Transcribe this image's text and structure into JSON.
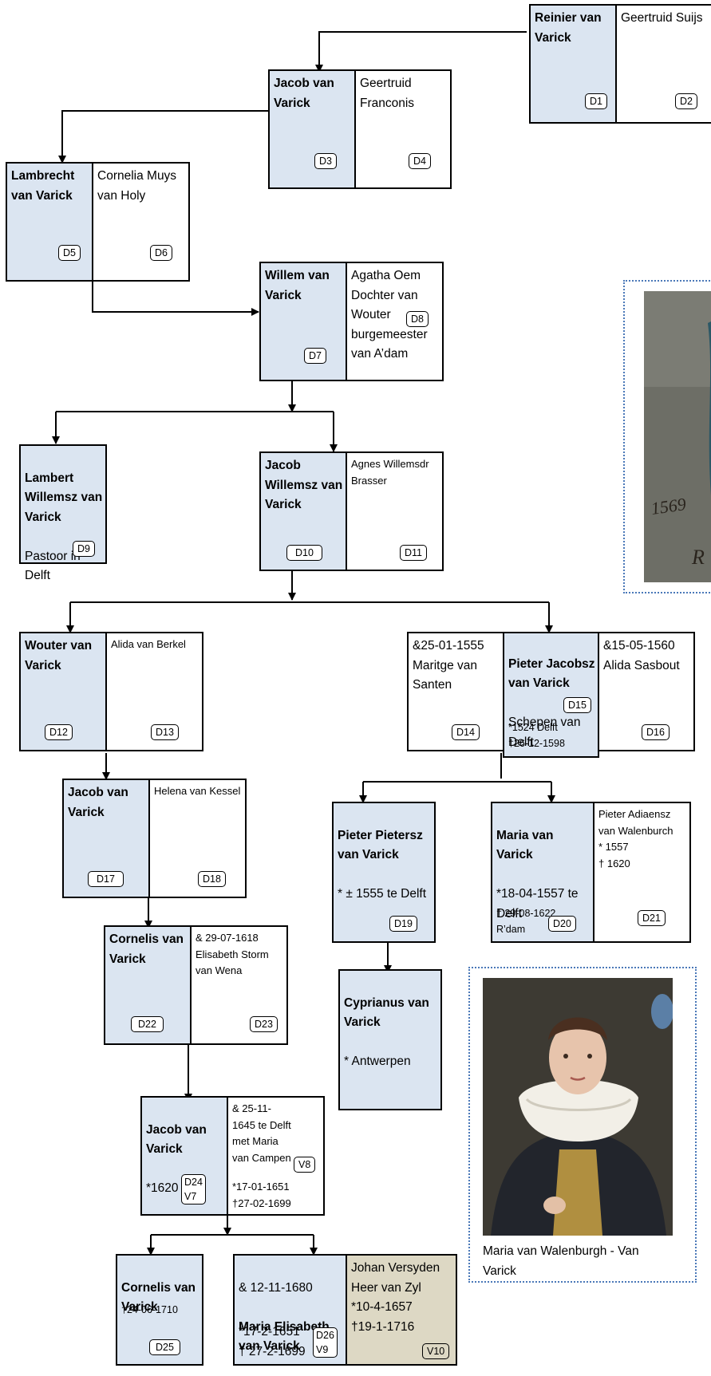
{
  "boxes": {
    "reinier": {
      "name": "Reinier van Varick",
      "code": "D1"
    },
    "geertruid_suijs": {
      "name": "Geertruid Suijs",
      "code": "D2"
    },
    "jacob1": {
      "name": "Jacob van Varick",
      "code": "D3"
    },
    "geertruid_franconis": {
      "name": "Geertruid Franconis",
      "code": "D4"
    },
    "lambrecht": {
      "name": "Lambrecht van Varick",
      "code": "D5"
    },
    "cornelia": {
      "name": "Cornelia Muys van Holy",
      "code": "D6"
    },
    "willem": {
      "name": "Willem van Varick",
      "code": "D7"
    },
    "agatha": {
      "name": "Agatha Oem Dochter van Wouter burgemeester van A’dam",
      "code": "D8"
    },
    "lambert": {
      "name": "Lambert Willemsz van Varick",
      "detail": "Pastoor in Delft",
      "code": "D9"
    },
    "jacob_willemsz": {
      "name": "Jacob Willemsz van Varick",
      "code": "D10"
    },
    "agnes": {
      "name": "Agnes Willemsdr Brasser",
      "code": "D11"
    },
    "wouter": {
      "name": "Wouter van Varick",
      "code": "D12"
    },
    "alida_berkel": {
      "name": "Alida van Berkel",
      "code": "D13"
    },
    "maritge": {
      "name": "&25-01-1555 Maritge van Santen",
      "code": "D14"
    },
    "pieter_jacobsz": {
      "name": "Pieter Jacobsz van Varick",
      "detail": "Schepen van Delft",
      "extra": "*1524 Delft\n†26-12-1598",
      "code": "D15"
    },
    "alida_sasbout": {
      "name": "&15-05-1560 Alida Sasbout",
      "code": "D16"
    },
    "jacob2": {
      "name": "Jacob van Varick",
      "code": "D17"
    },
    "helena": {
      "name": "Helena van Kessel",
      "code": "D18"
    },
    "pieter_pietersz": {
      "name": "Pieter Pietersz van Varick",
      "detail": "* ± 1555 te Delft",
      "code": "D19"
    },
    "maria": {
      "name": "Maria van Varick",
      "detail": "*18-04-1557 te Delft",
      "extra": "† 29-08-1622\nR’dam",
      "code": "D20"
    },
    "pieter_adiaensz": {
      "name": "Pieter Adiaensz van Walenburch\n* 1557\n† 1620",
      "code": "D21"
    },
    "cornelis1": {
      "name": "Cornelis van Varick",
      "code": "D22"
    },
    "elisabeth": {
      "name": "& 29-07-1618 Elisabeth Storm van Wena",
      "code": "D23"
    },
    "cyprianus": {
      "name": "Cyprianus van Varick",
      "detail": "* Antwerpen"
    },
    "jacob3": {
      "name": "Jacob van Varick",
      "detail": "*1620",
      "code": "D24\nV7"
    },
    "maria_campen": {
      "name": "& 25-11-1645 te Delft met Maria van Campen",
      "extra": "*17-01-1651\n†27-02-1699",
      "code": "V8"
    },
    "cornelis2": {
      "name": "Cornelis van Varick",
      "extra": "†24-06-1710",
      "code": "D25"
    },
    "maria_elisabeth": {
      "prefix": "& 12-11-1680",
      "name": "Maria Elisabeth van Varick",
      "detail": "*17-2-1651\n† 27-2-1699",
      "code": "D26\nV9"
    },
    "johan": {
      "name": "Johan Versyden Heer van Zyl\n*10-4-1657\n†19-1-1716",
      "code": "V10"
    }
  },
  "portrait": {
    "caption": "Maria van Walenburgh - Van Varick"
  },
  "colors": {
    "blue_box": "#dbe5f1",
    "tan_box": "#ddd8c4",
    "frame": "#4a78b8"
  }
}
